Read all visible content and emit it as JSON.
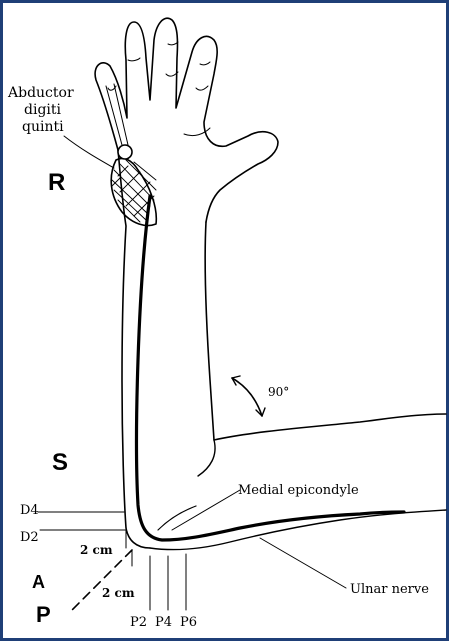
{
  "labels": {
    "muscle_line1": "Abductor",
    "muscle_line2": "digiti",
    "muscle_line3": "quinti",
    "r": "R",
    "s": "S",
    "a": "A",
    "p": "P",
    "angle": "90°",
    "medial_epicondyle": "Medial epicondyle",
    "ulnar_nerve": "Ulnar nerve",
    "d4": "D4",
    "d2": "D2",
    "cm_upper": "2 cm",
    "cm_lower": "2 cm",
    "p2": "P2",
    "p4": "P4",
    "p6": "P6"
  },
  "colors": {
    "frame": "#1f3f77",
    "ink": "#000000",
    "background": "#ffffff"
  }
}
